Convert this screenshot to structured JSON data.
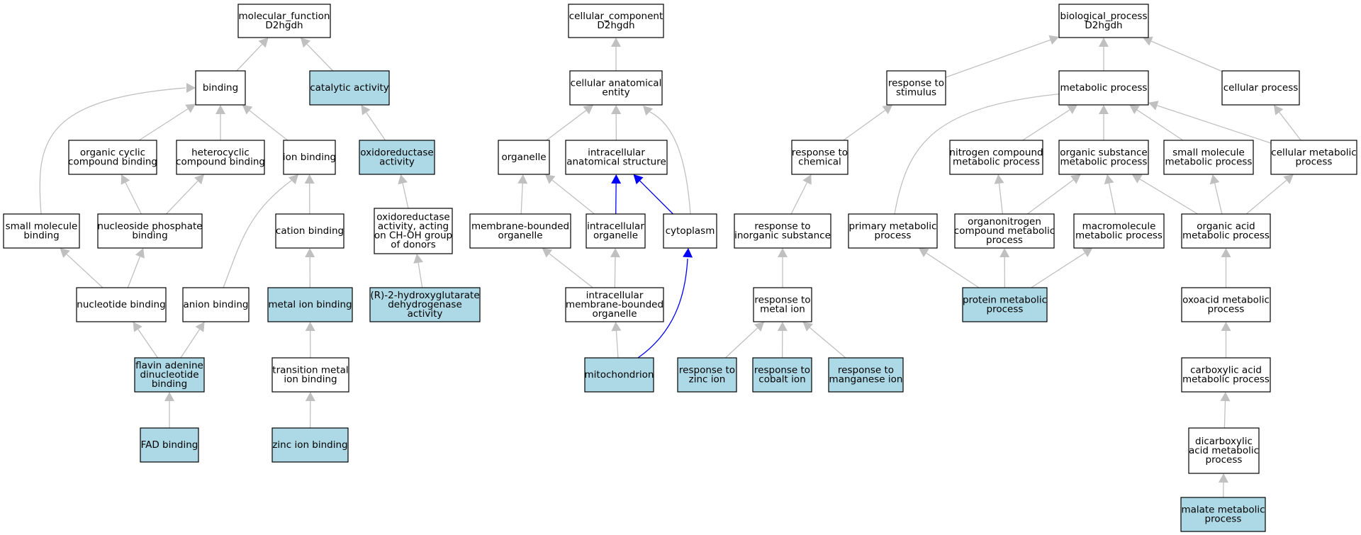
{
  "diagram": {
    "colors": {
      "background": "#ffffff",
      "highlight_fill": "#add8e6",
      "plain_fill": "#ffffff",
      "edge_gray": "#c0c0c0",
      "edge_blue": "#0000ff"
    },
    "nodes": [
      {
        "id": "mf_root",
        "lines": [
          "molecular_function",
          "D2hgdh"
        ],
        "highlight": false
      },
      {
        "id": "binding",
        "lines": [
          "binding"
        ],
        "highlight": false
      },
      {
        "id": "catalytic",
        "lines": [
          "catalytic activity"
        ],
        "highlight": true
      },
      {
        "id": "org_cyclic",
        "lines": [
          "organic cyclic",
          "compound binding"
        ],
        "highlight": false
      },
      {
        "id": "heterocyclic",
        "lines": [
          "heterocyclic",
          "compound binding"
        ],
        "highlight": false
      },
      {
        "id": "ion_binding",
        "lines": [
          "ion binding"
        ],
        "highlight": false
      },
      {
        "id": "oxidoreductase",
        "lines": [
          "oxidoreductase",
          "activity"
        ],
        "highlight": true
      },
      {
        "id": "small_mol_bind",
        "lines": [
          "small molecule",
          "binding"
        ],
        "highlight": false
      },
      {
        "id": "nucleoside_phos",
        "lines": [
          "nucleoside phosphate",
          "binding"
        ],
        "highlight": false
      },
      {
        "id": "cation_binding",
        "lines": [
          "cation binding"
        ],
        "highlight": false
      },
      {
        "id": "oxido_choh",
        "lines": [
          "oxidoreductase",
          "activity, acting",
          "on CH-OH group",
          "of donors"
        ],
        "highlight": false
      },
      {
        "id": "nucleotide_bind",
        "lines": [
          "nucleotide binding"
        ],
        "highlight": false
      },
      {
        "id": "anion_bind",
        "lines": [
          "anion binding"
        ],
        "highlight": false
      },
      {
        "id": "metal_ion_bind",
        "lines": [
          "metal ion binding"
        ],
        "highlight": true
      },
      {
        "id": "r2hg",
        "lines": [
          "(R)-2-hydroxyglutarate",
          "dehydrogenase",
          "activity"
        ],
        "highlight": true
      },
      {
        "id": "fad_dinuc",
        "lines": [
          "flavin adenine",
          "dinucleotide",
          "binding"
        ],
        "highlight": true
      },
      {
        "id": "trans_metal",
        "lines": [
          "transition metal",
          "ion binding"
        ],
        "highlight": false
      },
      {
        "id": "fad_binding",
        "lines": [
          "FAD binding"
        ],
        "highlight": true
      },
      {
        "id": "zinc_binding",
        "lines": [
          "zinc ion binding"
        ],
        "highlight": true
      },
      {
        "id": "cc_root",
        "lines": [
          "cellular_component",
          "D2hgdh"
        ],
        "highlight": false
      },
      {
        "id": "cell_anat",
        "lines": [
          "cellular anatomical",
          "entity"
        ],
        "highlight": false
      },
      {
        "id": "organelle",
        "lines": [
          "organelle"
        ],
        "highlight": false
      },
      {
        "id": "intra_anat",
        "lines": [
          "intracellular",
          "anatomical structure"
        ],
        "highlight": false
      },
      {
        "id": "mem_bound_org",
        "lines": [
          "membrane-bounded",
          "organelle"
        ],
        "highlight": false
      },
      {
        "id": "intra_org",
        "lines": [
          "intracellular",
          "organelle"
        ],
        "highlight": false
      },
      {
        "id": "cytoplasm",
        "lines": [
          "cytoplasm"
        ],
        "highlight": false
      },
      {
        "id": "intra_mem_org",
        "lines": [
          "intracellular",
          "membrane-bounded",
          "organelle"
        ],
        "highlight": false
      },
      {
        "id": "mitochondrion",
        "lines": [
          "mitochondrion"
        ],
        "highlight": true
      },
      {
        "id": "bp_root",
        "lines": [
          "biological_process",
          "D2hgdh"
        ],
        "highlight": false
      },
      {
        "id": "resp_stim",
        "lines": [
          "response to",
          "stimulus"
        ],
        "highlight": false
      },
      {
        "id": "metab_proc",
        "lines": [
          "metabolic process"
        ],
        "highlight": false
      },
      {
        "id": "cell_proc",
        "lines": [
          "cellular process"
        ],
        "highlight": false
      },
      {
        "id": "resp_chem",
        "lines": [
          "response to",
          "chemical"
        ],
        "highlight": false
      },
      {
        "id": "nitro_metab",
        "lines": [
          "nitrogen compound",
          "metabolic process"
        ],
        "highlight": false
      },
      {
        "id": "org_sub_metab",
        "lines": [
          "organic substance",
          "metabolic process"
        ],
        "highlight": false
      },
      {
        "id": "small_mol_metab",
        "lines": [
          "small molecule",
          "metabolic process"
        ],
        "highlight": false
      },
      {
        "id": "cell_metab",
        "lines": [
          "cellular metabolic",
          "process"
        ],
        "highlight": false
      },
      {
        "id": "resp_inorg",
        "lines": [
          "response to",
          "inorganic substance"
        ],
        "highlight": false
      },
      {
        "id": "primary_metab",
        "lines": [
          "primary metabolic",
          "process"
        ],
        "highlight": false
      },
      {
        "id": "organonitro",
        "lines": [
          "organonitrogen",
          "compound metabolic",
          "process"
        ],
        "highlight": false
      },
      {
        "id": "macromol_metab",
        "lines": [
          "macromolecule",
          "metabolic process"
        ],
        "highlight": false
      },
      {
        "id": "org_acid_metab",
        "lines": [
          "organic acid",
          "metabolic process"
        ],
        "highlight": false
      },
      {
        "id": "resp_metal",
        "lines": [
          "response to",
          "metal ion"
        ],
        "highlight": false
      },
      {
        "id": "protein_metab",
        "lines": [
          "protein metabolic",
          "process"
        ],
        "highlight": true
      },
      {
        "id": "oxoacid_metab",
        "lines": [
          "oxoacid metabolic",
          "process"
        ],
        "highlight": false
      },
      {
        "id": "resp_zinc",
        "lines": [
          "response to",
          "zinc ion"
        ],
        "highlight": true
      },
      {
        "id": "resp_cobalt",
        "lines": [
          "response to",
          "cobalt ion"
        ],
        "highlight": true
      },
      {
        "id": "resp_mn",
        "lines": [
          "response to",
          "manganese ion"
        ],
        "highlight": true
      },
      {
        "id": "carbox_metab",
        "lines": [
          "carboxylic acid",
          "metabolic process"
        ],
        "highlight": false
      },
      {
        "id": "dicarbox_metab",
        "lines": [
          "dicarboxylic",
          "acid metabolic",
          "process"
        ],
        "highlight": false
      },
      {
        "id": "malate_metab",
        "lines": [
          "malate metabolic",
          "process"
        ],
        "highlight": true
      }
    ],
    "edges": [
      {
        "from": "binding",
        "to": "mf_root",
        "color": "gray"
      },
      {
        "from": "catalytic",
        "to": "mf_root",
        "color": "gray"
      },
      {
        "from": "org_cyclic",
        "to": "binding",
        "color": "gray"
      },
      {
        "from": "heterocyclic",
        "to": "binding",
        "color": "gray"
      },
      {
        "from": "ion_binding",
        "to": "binding",
        "color": "gray"
      },
      {
        "from": "small_mol_bind",
        "to": "binding",
        "color": "gray",
        "curve": "small_mol_bind"
      },
      {
        "from": "oxidoreductase",
        "to": "catalytic",
        "color": "gray"
      },
      {
        "from": "nucleoside_phos",
        "to": "org_cyclic",
        "color": "gray"
      },
      {
        "from": "nucleoside_phos",
        "to": "heterocyclic",
        "color": "gray"
      },
      {
        "from": "cation_binding",
        "to": "ion_binding",
        "color": "gray"
      },
      {
        "from": "anion_bind",
        "to": "ion_binding",
        "color": "gray",
        "curve": "anion_bind"
      },
      {
        "from": "oxido_choh",
        "to": "oxidoreductase",
        "color": "gray"
      },
      {
        "from": "nucleotide_bind",
        "to": "small_mol_bind",
        "color": "gray"
      },
      {
        "from": "nucleotide_bind",
        "to": "nucleoside_phos",
        "color": "gray"
      },
      {
        "from": "metal_ion_bind",
        "to": "cation_binding",
        "color": "gray"
      },
      {
        "from": "r2hg",
        "to": "oxido_choh",
        "color": "gray"
      },
      {
        "from": "fad_dinuc",
        "to": "nucleotide_bind",
        "color": "gray"
      },
      {
        "from": "fad_dinuc",
        "to": "anion_bind",
        "color": "gray"
      },
      {
        "from": "trans_metal",
        "to": "metal_ion_bind",
        "color": "gray"
      },
      {
        "from": "fad_binding",
        "to": "fad_dinuc",
        "color": "gray"
      },
      {
        "from": "zinc_binding",
        "to": "trans_metal",
        "color": "gray"
      },
      {
        "from": "cell_anat",
        "to": "cc_root",
        "color": "gray"
      },
      {
        "from": "organelle",
        "to": "cell_anat",
        "color": "gray"
      },
      {
        "from": "intra_anat",
        "to": "cell_anat",
        "color": "gray"
      },
      {
        "from": "cytoplasm",
        "to": "cell_anat",
        "color": "gray",
        "curve": "cytoplasm"
      },
      {
        "from": "mem_bound_org",
        "to": "organelle",
        "color": "gray"
      },
      {
        "from": "intra_org",
        "to": "organelle",
        "color": "gray"
      },
      {
        "from": "intra_org",
        "to": "intra_anat",
        "color": "blue"
      },
      {
        "from": "cytoplasm",
        "to": "intra_anat",
        "color": "blue"
      },
      {
        "from": "intra_mem_org",
        "to": "mem_bound_org",
        "color": "gray"
      },
      {
        "from": "intra_mem_org",
        "to": "intra_org",
        "color": "gray"
      },
      {
        "from": "mitochondrion",
        "to": "intra_mem_org",
        "color": "gray"
      },
      {
        "from": "mitochondrion",
        "to": "cytoplasm",
        "color": "blue",
        "curve": "mitochondrion"
      },
      {
        "from": "resp_stim",
        "to": "bp_root",
        "color": "gray"
      },
      {
        "from": "metab_proc",
        "to": "bp_root",
        "color": "gray"
      },
      {
        "from": "cell_proc",
        "to": "bp_root",
        "color": "gray"
      },
      {
        "from": "resp_chem",
        "to": "resp_stim",
        "color": "gray"
      },
      {
        "from": "nitro_metab",
        "to": "metab_proc",
        "color": "gray"
      },
      {
        "from": "org_sub_metab",
        "to": "metab_proc",
        "color": "gray"
      },
      {
        "from": "small_mol_metab",
        "to": "metab_proc",
        "color": "gray"
      },
      {
        "from": "cell_metab",
        "to": "metab_proc",
        "color": "gray"
      },
      {
        "from": "primary_metab",
        "to": "metab_proc",
        "color": "gray",
        "curve": "primary_metab"
      },
      {
        "from": "cell_metab",
        "to": "cell_proc",
        "color": "gray"
      },
      {
        "from": "resp_inorg",
        "to": "resp_chem",
        "color": "gray"
      },
      {
        "from": "organonitro",
        "to": "nitro_metab",
        "color": "gray"
      },
      {
        "from": "organonitro",
        "to": "org_sub_metab",
        "color": "gray"
      },
      {
        "from": "macromol_metab",
        "to": "org_sub_metab",
        "color": "gray"
      },
      {
        "from": "org_acid_metab",
        "to": "org_sub_metab",
        "color": "gray"
      },
      {
        "from": "org_acid_metab",
        "to": "small_mol_metab",
        "color": "gray"
      },
      {
        "from": "org_acid_metab",
        "to": "cell_metab",
        "color": "gray"
      },
      {
        "from": "resp_metal",
        "to": "resp_inorg",
        "color": "gray"
      },
      {
        "from": "protein_metab",
        "to": "primary_metab",
        "color": "gray"
      },
      {
        "from": "protein_metab",
        "to": "organonitro",
        "color": "gray"
      },
      {
        "from": "protein_metab",
        "to": "macromol_metab",
        "color": "gray"
      },
      {
        "from": "oxoacid_metab",
        "to": "org_acid_metab",
        "color": "gray"
      },
      {
        "from": "resp_zinc",
        "to": "resp_metal",
        "color": "gray"
      },
      {
        "from": "resp_cobalt",
        "to": "resp_metal",
        "color": "gray"
      },
      {
        "from": "resp_mn",
        "to": "resp_metal",
        "color": "gray"
      },
      {
        "from": "carbox_metab",
        "to": "oxoacid_metab",
        "color": "gray"
      },
      {
        "from": "dicarbox_metab",
        "to": "carbox_metab",
        "color": "gray"
      },
      {
        "from": "malate_metab",
        "to": "dicarbox_metab",
        "color": "gray"
      }
    ]
  }
}
